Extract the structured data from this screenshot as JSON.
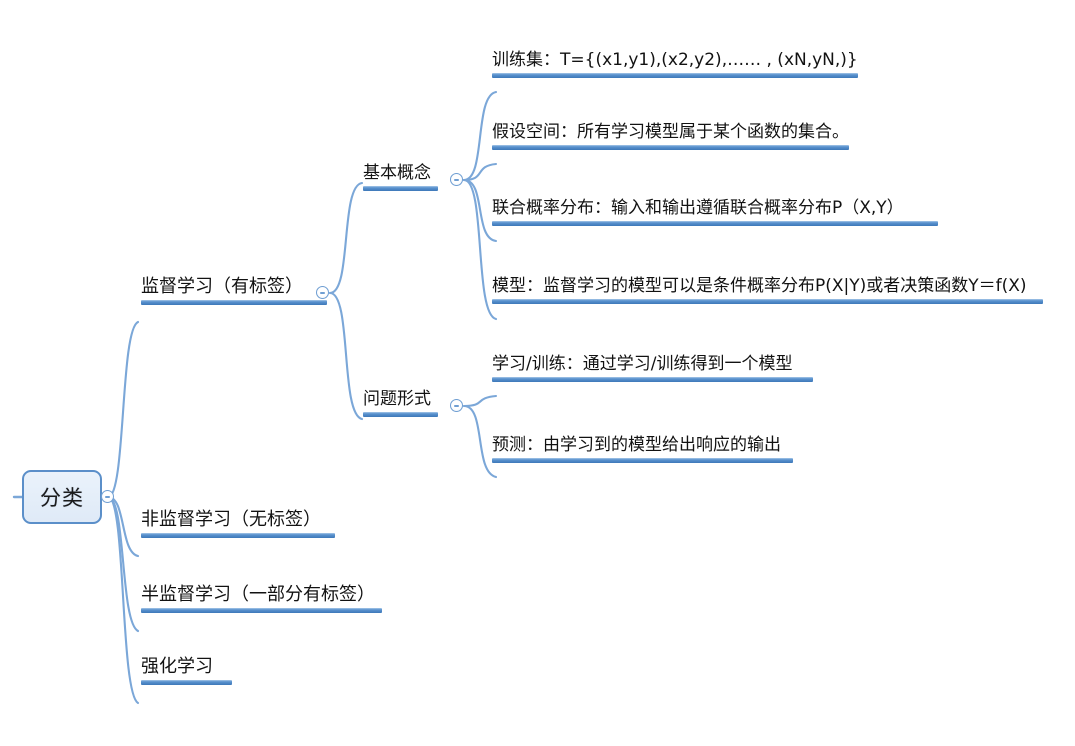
{
  "diagram": {
    "type": "mindmap",
    "title": "分类",
    "orientation": "left-to-right",
    "accent_color": "#4a86c8",
    "node_bar_color": "#3d78b8",
    "root_fill_color": "#eaf2fb",
    "root_border_color": "#5b8fc9",
    "text_color": "#121212",
    "toggle_icon_name": "collapse-minus-icon"
  },
  "root": {
    "label": "分类"
  },
  "level1": [
    {
      "label": "监督学习（有标签）",
      "has_toggle": true
    },
    {
      "label": "非监督学习（无标签）",
      "has_toggle": false
    },
    {
      "label": "半监督学习（一部分有标签）",
      "has_toggle": false
    },
    {
      "label": "强化学习",
      "has_toggle": false
    }
  ],
  "level2": [
    {
      "label": "基本概念",
      "has_toggle": true
    },
    {
      "label": "问题形式",
      "has_toggle": true
    }
  ],
  "basic_concepts": [
    {
      "label": "训练集：T={(x1,y1),(x2,y2),…… , (xN,yN,)}"
    },
    {
      "label": "假设空间：所有学习模型属于某个函数的集合。"
    },
    {
      "label": "联合概率分布：输入和输出遵循联合概率分布P（X,Y）"
    },
    {
      "label": "模型：监督学习的模型可以是条件概率分布P(X|Y)或者决策函数Y＝f(X)"
    }
  ],
  "problem_forms": [
    {
      "label": "学习/训练：通过学习/训练得到一个模型"
    },
    {
      "label": "预测：由学习到的模型给出响应的输出"
    }
  ]
}
